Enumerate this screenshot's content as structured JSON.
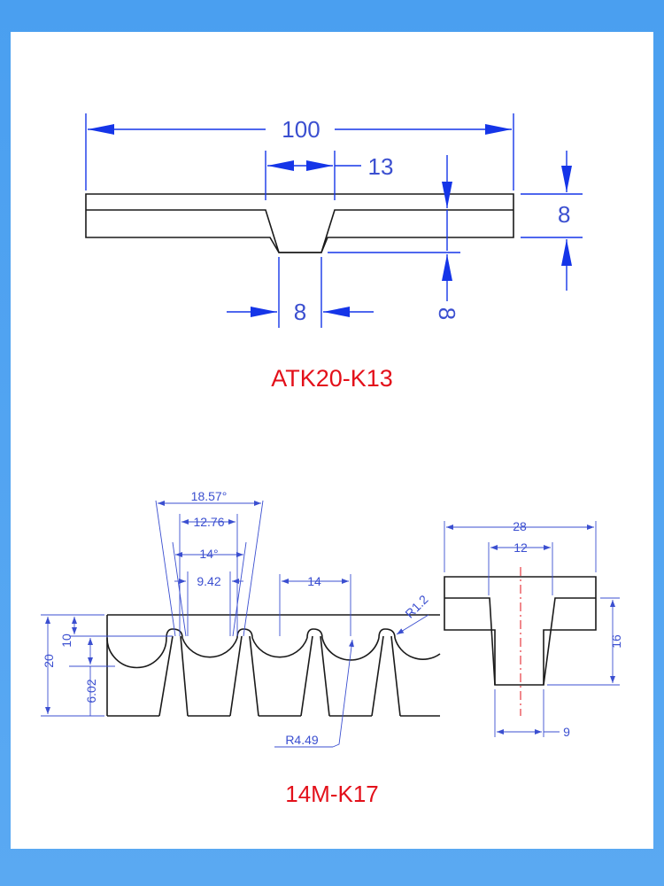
{
  "colors": {
    "frame": "#4a9ff0",
    "outline": "#1a1a1a",
    "dimension": "#1535e8",
    "dimension_thin": "#3b4fd0",
    "centerline": "#e3101a",
    "caption": "#e3101a"
  },
  "atk": {
    "caption": "ATK20-K13",
    "dims": {
      "overall": "100",
      "groove_top": "13",
      "groove_bottom": "8",
      "height": "8",
      "groove_depth": "8"
    }
  },
  "m14": {
    "caption": "14M-K17",
    "dims": {
      "angle_outer": "18.57°",
      "w_1276": "12.76",
      "angle_inner": "14°",
      "w_942": "9.42",
      "pitch": "14",
      "radius_small": "R1.2",
      "h_20": "20",
      "h_10": "10",
      "h_602": "6.02",
      "radius_large": "R4.49",
      "side_total": "28",
      "side_top": "12",
      "side_height": "16",
      "side_bottom": "9"
    }
  }
}
